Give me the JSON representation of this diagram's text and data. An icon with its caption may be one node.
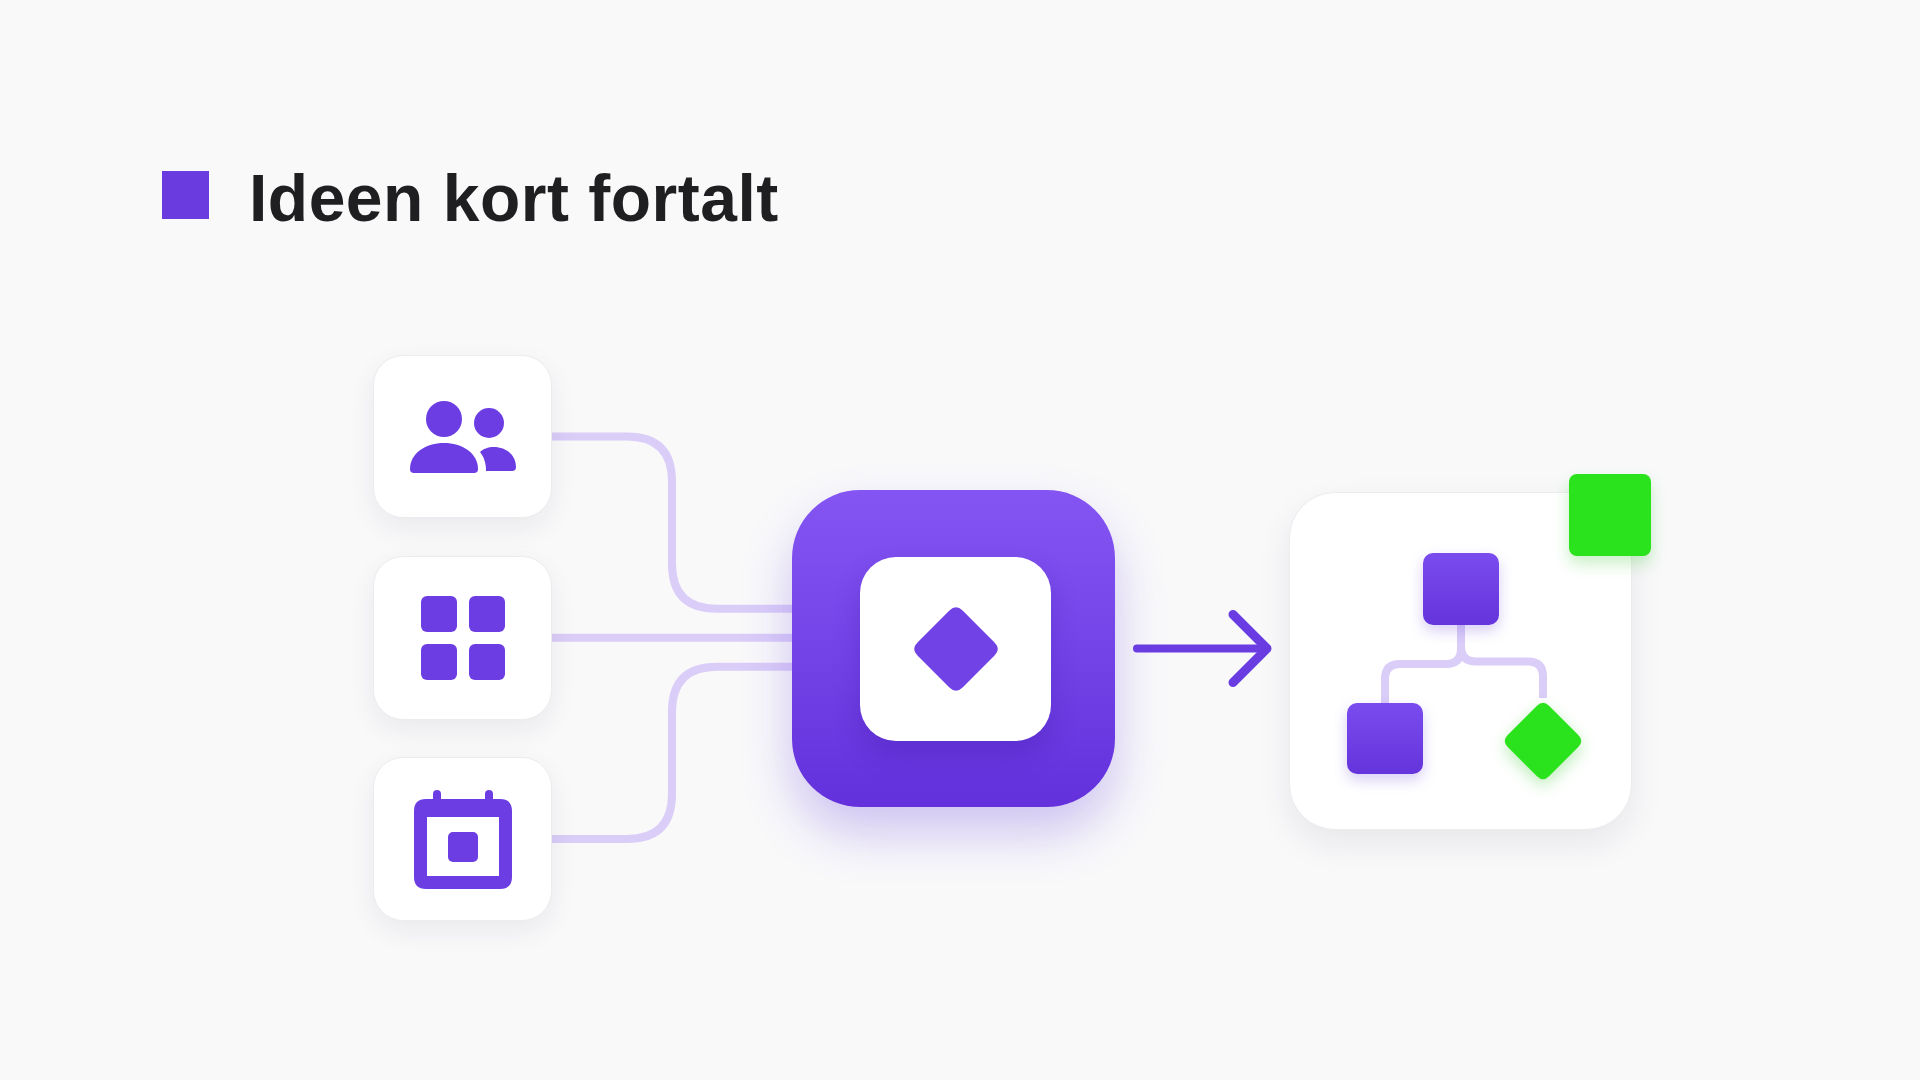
{
  "diagram": {
    "title": "Ideen kort fortalt",
    "nodes": [
      {
        "text": [],
        "shape": "box"
      },
      {
        "text": [],
        "shape": "box"
      },
      {
        "text": [],
        "shape": "box"
      },
      {
        "text": [],
        "shape": "box"
      },
      {
        "text": [],
        "shape": "box"
      },
      {
        "text": [],
        "shape": "box",
        "in": 4
      },
      {
        "text": [],
        "shape": "box",
        "in": 4
      },
      {
        "text": [],
        "shape": "diamond",
        "in": 4
      },
      {
        "text": [],
        "shape": "box"
      }
    ],
    "edges": [
      {
        "from": 0,
        "to": 3,
        "arrow": "none"
      },
      {
        "from": 1,
        "to": 3,
        "arrow": "none"
      },
      {
        "from": 2,
        "to": 3,
        "arrow": "none"
      },
      {
        "from": 3,
        "to": 4,
        "arrow": "to",
        "color": "#6a3de2"
      },
      {
        "from": 5,
        "to": 6,
        "arrow": "none"
      },
      {
        "from": 5,
        "to": 7,
        "arrow": "none"
      }
    ]
  }
}
